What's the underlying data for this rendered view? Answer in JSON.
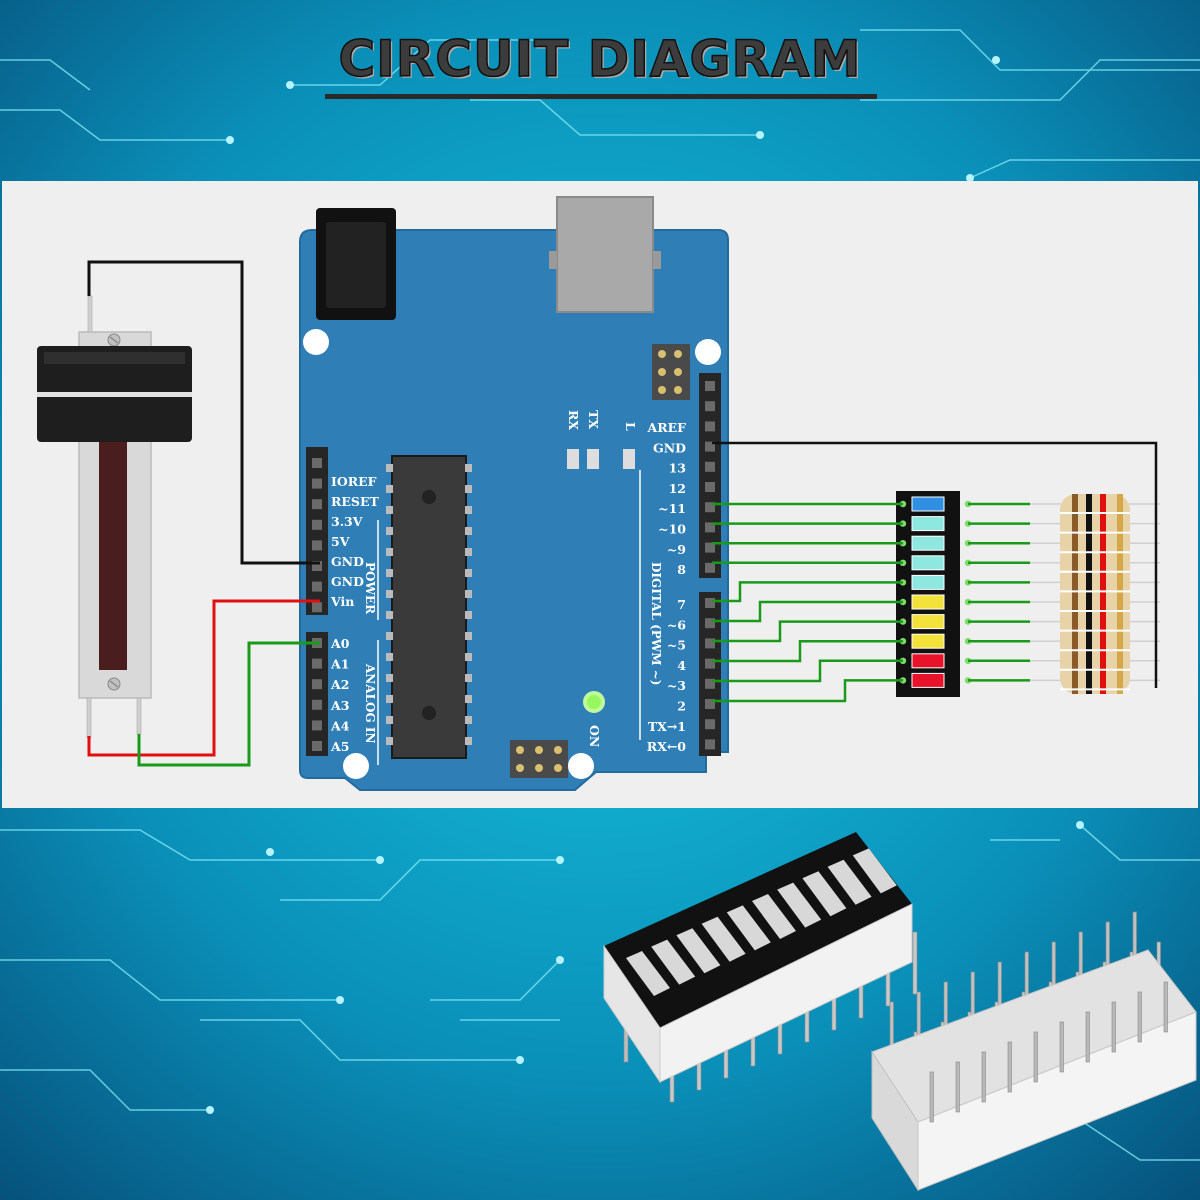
{
  "title": "CIRCUIT DIAGRAM",
  "colors": {
    "background": "#0a93b8",
    "panel": "#efefef",
    "board": "#2f7fb6",
    "wire_green": "#1a9a1a",
    "wire_red": "#e01010",
    "wire_black": "#111111"
  },
  "board": {
    "power_pins": [
      "IOREF",
      "RESET",
      "3.3V",
      "5V",
      "GND",
      "GND",
      "Vin"
    ],
    "power_group_label": "POWER",
    "analog_pins": [
      "A0",
      "A1",
      "A2",
      "A3",
      "A4",
      "A5"
    ],
    "analog_group_label": "ANALOG IN",
    "digital_pins_top": [
      "AREF",
      "GND",
      "13",
      "12",
      "~11",
      "~10",
      "~9",
      "8"
    ],
    "digital_pins_bottom": [
      "7",
      "~6",
      "~5",
      "4",
      "~3",
      "2",
      "TX→1",
      "RX←0"
    ],
    "digital_group_label": "DIGITAL (PWM ~)",
    "l_label": "L",
    "tx_label": "TX",
    "rx_label": "RX",
    "on_label": "ON"
  },
  "bargraph": {
    "segment_colors": [
      "#2f8fe0",
      "#8fe8e0",
      "#8fe8e0",
      "#8fe8e0",
      "#8fe8e0",
      "#f2e23a",
      "#f2e23a",
      "#f2e23a",
      "#e8122a",
      "#e8122a"
    ]
  }
}
